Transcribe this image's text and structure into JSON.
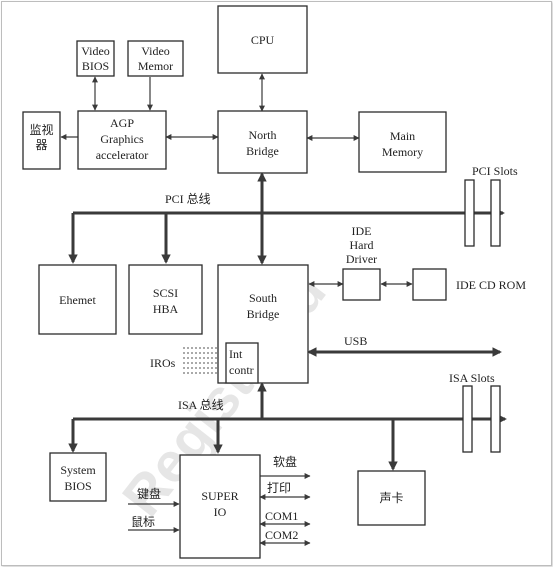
{
  "boxes": {
    "cpu": [
      "CPU"
    ],
    "video_bios": [
      "Video",
      "BIOS"
    ],
    "video_memory": [
      "Video",
      "Memor"
    ],
    "monitor": [
      "监视",
      "器"
    ],
    "agp": [
      "AGP",
      "Graphics",
      "accelerator"
    ],
    "north_bridge": [
      "North",
      "Bridge"
    ],
    "main_memory": [
      "Main",
      "Memory"
    ],
    "ethernet": [
      "Ehemet"
    ],
    "scsi": [
      "SCSI",
      "HBA"
    ],
    "south_bridge": [
      "South",
      "Bridge"
    ],
    "int_contr": [
      "Int",
      "contr"
    ],
    "ide_driver": [
      "IDE",
      "Hard",
      "Driver"
    ],
    "system_bios": [
      "System",
      "BIOS"
    ],
    "super_io": [
      "SUPER",
      "IO"
    ],
    "sound_card": [
      "声卡"
    ]
  },
  "labels": {
    "pci_bus": "PCI 总线",
    "pci_slots": "PCI Slots",
    "ide_cd_rom": "IDE CD ROM",
    "usb": "USB",
    "iros": "IROs",
    "isa_bus": "ISA 总线",
    "isa_slots": "ISA Slots",
    "floppy": "软盘",
    "printer": "打印",
    "keyboard": "键盘",
    "mouse": "鼠标",
    "com1": "COM1",
    "com2": "COM2"
  },
  "watermark": "Registered"
}
